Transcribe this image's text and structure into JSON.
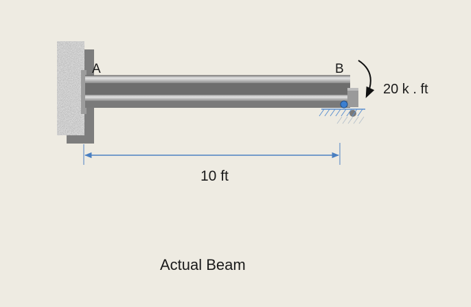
{
  "diagram": {
    "point_a_label": "A",
    "point_b_label": "B",
    "moment_label": "20 k . ft",
    "span_label": "10 ft",
    "caption": "Actual Beam"
  },
  "colors": {
    "background": "#eeebe2",
    "beam_dark": "#6d6d6d",
    "beam_light": "#cfcfcf",
    "wall_gray": "#8a8a8a",
    "dimension_blue": "#4a7fc1",
    "hinge_blue": "#3b7fd1",
    "hatch_blue": "#5a8fd0"
  }
}
